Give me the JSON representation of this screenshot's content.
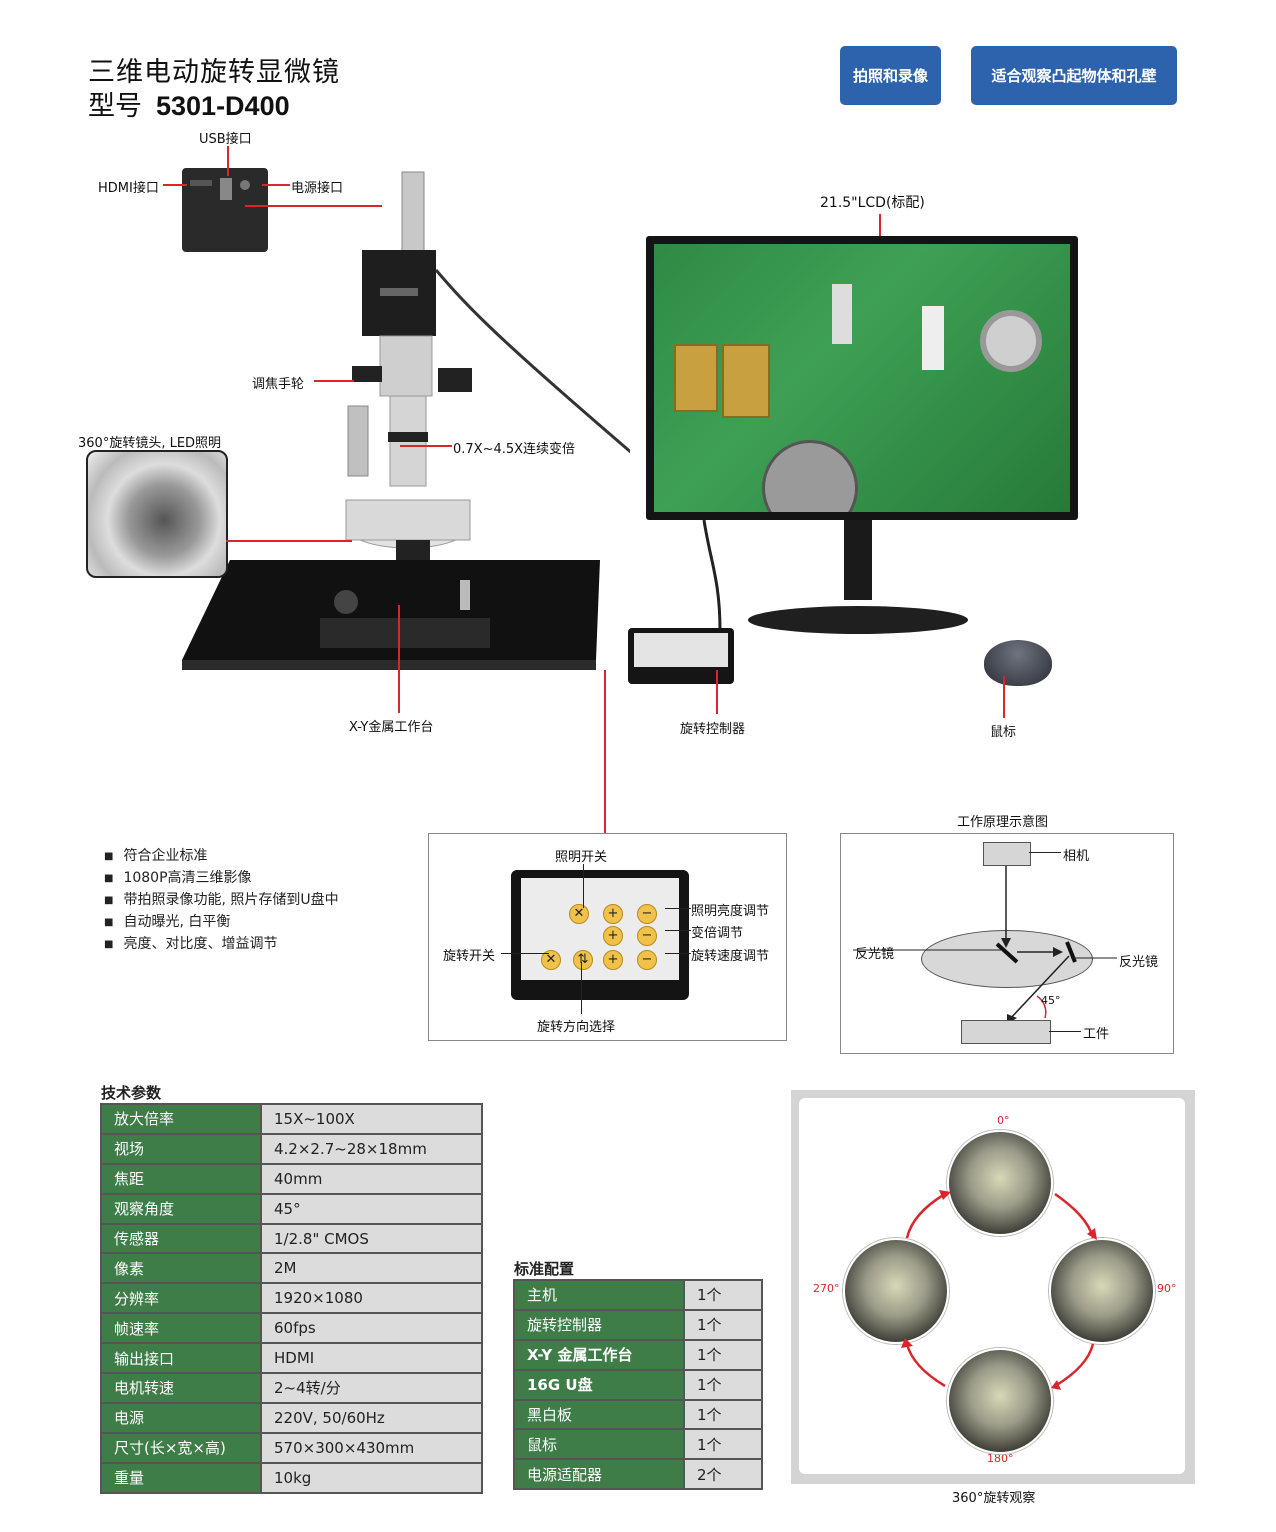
{
  "header": {
    "title": "三维电动旋转显微镜",
    "model_prefix": "型号",
    "model": "5301-D400",
    "badge1": "拍照和录像",
    "badge2": "适合观察凸起物体和孔壁"
  },
  "callouts": {
    "usb": "USB接口",
    "hdmi": "HDMI接口",
    "power": "电源接口",
    "lcd": "21.5\"LCD(标配)",
    "focus": "调焦手轮",
    "head": "360°旋转镜头, LED照明",
    "zoom": "0.7X~4.5X连续变倍",
    "stage": "X-Y金属工作台",
    "controller": "旋转控制器",
    "mouse": "鼠标"
  },
  "features": [
    "符合企业标准",
    "1080P高清三维影像",
    "带拍照录像功能, 照片存储到U盘中",
    "自动曝光, 白平衡",
    "亮度、对比度、增益调节"
  ],
  "controller_panel": {
    "light_switch": "照明开关",
    "brightness": "照明亮度调节",
    "zoom_adjust": "变倍调节",
    "rotate_switch": "旋转开关",
    "speed": "旋转速度调节",
    "direction": "旋转方向选择"
  },
  "principle": {
    "title": "工作原理示意图",
    "camera": "相机",
    "mirror_left": "反光镜",
    "mirror_right": "反光镜",
    "angle": "45°",
    "workpiece": "工件"
  },
  "spec_table": {
    "title": "技术参数",
    "rows": [
      [
        "放大倍率",
        "15X~100X"
      ],
      [
        "视场",
        "4.2×2.7~28×18mm"
      ],
      [
        "焦距",
        "40mm"
      ],
      [
        "观察角度",
        "45°"
      ],
      [
        "传感器",
        "1/2.8\" CMOS"
      ],
      [
        "像素",
        "2M"
      ],
      [
        "分辨率",
        "1920×1080"
      ],
      [
        "帧速率",
        "60fps"
      ],
      [
        "输出接口",
        "HDMI"
      ],
      [
        "电机转速",
        "2~4转/分"
      ],
      [
        "电源",
        "220V, 50/60Hz"
      ],
      [
        "尺寸(长×宽×高)",
        "570×300×430mm"
      ],
      [
        "重量",
        "10kg"
      ]
    ]
  },
  "std_table": {
    "title": "标准配置",
    "rows": [
      [
        "主机",
        "1个"
      ],
      [
        "旋转控制器",
        "1个"
      ],
      [
        "X-Y 金属工作台",
        "1个"
      ],
      [
        "16G U盘",
        "1个"
      ],
      [
        "黑白板",
        "1个"
      ],
      [
        "鼠标",
        "1个"
      ],
      [
        "电源适配器",
        "2个"
      ]
    ]
  },
  "rotation": {
    "a0": "0°",
    "a90": "90°",
    "a180": "180°",
    "a270": "270°",
    "caption": "360°旋转观察"
  },
  "colors": {
    "badge": "#2d62ad",
    "table_key": "#3e7d47",
    "table_value": "#dcdcdc",
    "callout_line": "#d9262c"
  }
}
